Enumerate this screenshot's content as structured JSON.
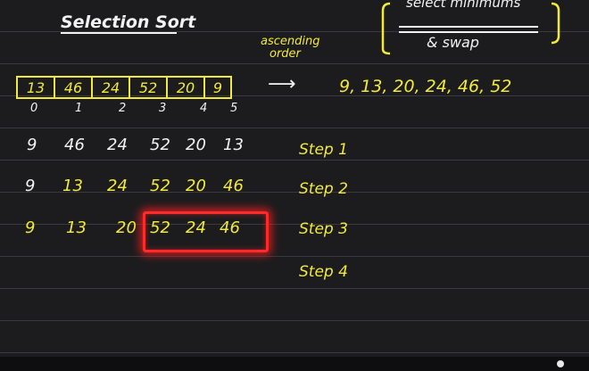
{
  "title": "Selection Sort",
  "note": {
    "top": "select minimums",
    "bottom": "& swap"
  },
  "ascending": {
    "line1": "ascending",
    "line2": "order"
  },
  "array": [
    "13",
    "46",
    "24",
    "52",
    "20",
    "9"
  ],
  "indices": [
    "0",
    "1",
    "2",
    "3",
    "4",
    "5"
  ],
  "arrow": "⟶",
  "result": "9, 13, 20, 24, 46, 52",
  "steps": [
    {
      "values": [
        "9",
        "46",
        "24",
        "52",
        "20",
        "13"
      ],
      "label": "Step 1"
    },
    {
      "values": [
        "9",
        "13",
        "24",
        "52",
        "20",
        "46"
      ],
      "label": "Step 2"
    },
    {
      "values": [
        "9",
        "13",
        "20",
        "52",
        "24",
        "46"
      ],
      "label": "Step 3"
    },
    {
      "values": [],
      "label": "Step 4"
    }
  ],
  "colors": {
    "ink": "#f2ea3a",
    "chalk": "#f2f2f2",
    "highlight": "#ff2a2a",
    "board": "#1c1c1e"
  }
}
